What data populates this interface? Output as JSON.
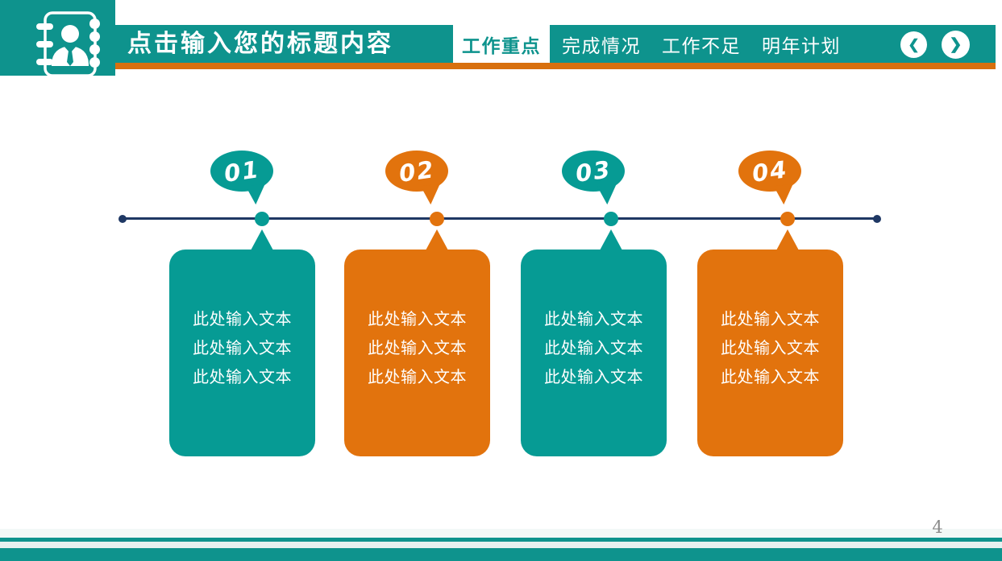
{
  "colors": {
    "teal": "#0E938D",
    "orange_strip": "#D8700E",
    "navy": "#1F3864",
    "page_number_gray": "#8A8A8A"
  },
  "header": {
    "title": "点击输入您的标题内容",
    "logo_icon": "contact-book-icon",
    "tabs": [
      {
        "label": "工作重点",
        "active": true
      },
      {
        "label": "完成情况",
        "active": false
      },
      {
        "label": "工作不足",
        "active": false
      },
      {
        "label": "明年计划",
        "active": false
      }
    ],
    "nav": {
      "prev_icon": "❮",
      "next_icon": "❯"
    }
  },
  "timeline": {
    "steps": [
      {
        "number": "01",
        "color": "#069B94",
        "lines": [
          "此处输入文本",
          "此处输入文本",
          "此处输入文本"
        ]
      },
      {
        "number": "02",
        "color": "#E2730D",
        "lines": [
          "此处输入文本",
          "此处输入文本",
          "此处输入文本"
        ]
      },
      {
        "number": "03",
        "color": "#069B94",
        "lines": [
          "此处输入文本",
          "此处输入文本",
          "此处输入文本"
        ]
      },
      {
        "number": "04",
        "color": "#E2730D",
        "lines": [
          "此处输入文本",
          "此处输入文本",
          "此处输入文本"
        ]
      }
    ]
  },
  "footer": {
    "page_number": "4"
  }
}
